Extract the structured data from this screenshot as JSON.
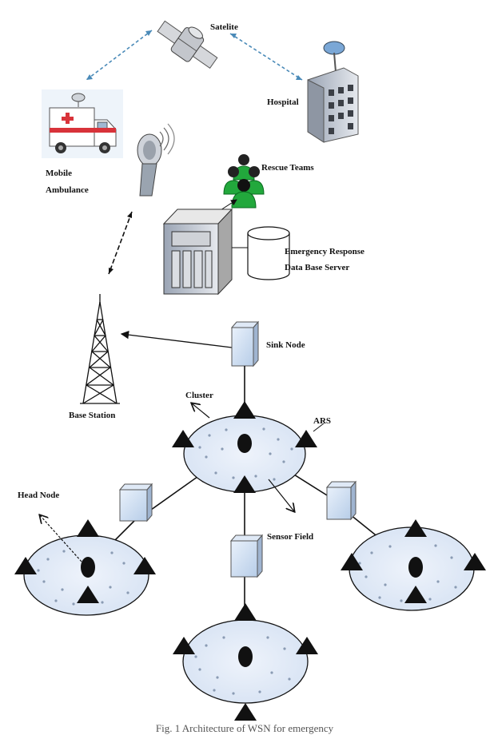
{
  "labels": {
    "satellite": "Satelite",
    "hospital": "Hospital",
    "mobile_ambulance_line1": "Mobile",
    "mobile_ambulance_line2": "Ambulance",
    "rescue_teams": "Rescue Teams",
    "server_line1": "Emergency Response",
    "server_line2": "Data Base Server",
    "sink_node": "Sink Node",
    "base_station": "Base Station",
    "cluster": "Cluster",
    "ars": "ARS",
    "head_node": "Head Node",
    "sensor_field": "Sensor Field"
  },
  "caption": "Fig. 1 Architecture of WSN for emergency"
}
